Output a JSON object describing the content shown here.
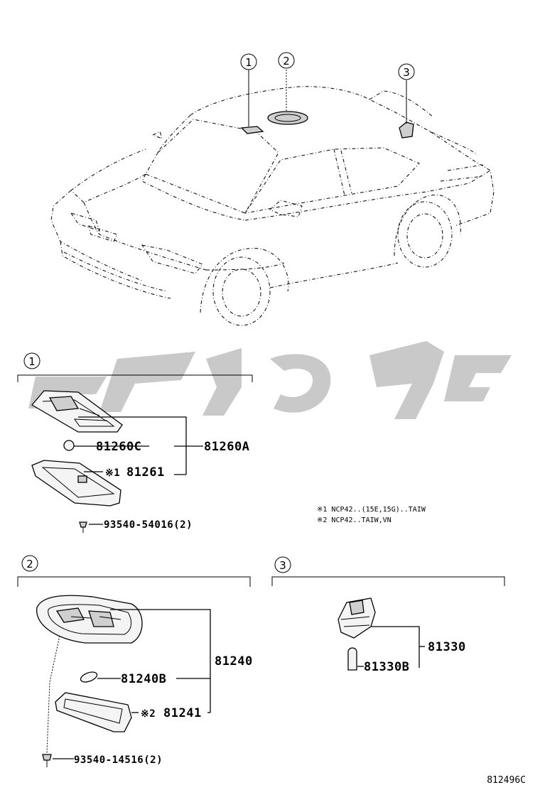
{
  "callouts": [
    "1",
    "2",
    "3"
  ],
  "section1": {
    "marker": "1",
    "parts": {
      "assembly": "81260A",
      "lens": "81260C",
      "cover_prefix": "※1",
      "cover": "81261",
      "screw": "93540-54016(2)"
    }
  },
  "notes": [
    "※1 NCP42..(15E,15G)..TAIW",
    "※2 NCP42..TAIW,VN"
  ],
  "section2": {
    "marker": "2",
    "parts": {
      "assembly": "81240",
      "bulb": "81240B",
      "cover_prefix": "※2",
      "cover": "81241",
      "screw": "93540-14516(2)"
    }
  },
  "section3": {
    "marker": "3",
    "parts": {
      "assembly": "81330",
      "bulb": "81330B"
    }
  },
  "reference": "812496C",
  "colors": {
    "line": "#000000",
    "watermark": "#bcbcbc"
  }
}
